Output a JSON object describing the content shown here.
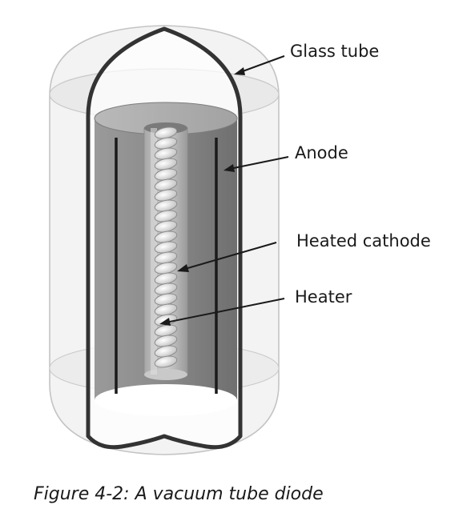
{
  "diagram": {
    "labels": {
      "glass_tube": "Glass tube",
      "anode": "Anode",
      "heated_cathode": "Heated cathode",
      "heater": "Heater"
    }
  },
  "caption": "Figure 4-2: A vacuum tube diode",
  "colors": {
    "ink": "#1a1a1a",
    "anode_gray": "#8a8a8a",
    "glass_gray": "#cfcfcf"
  }
}
